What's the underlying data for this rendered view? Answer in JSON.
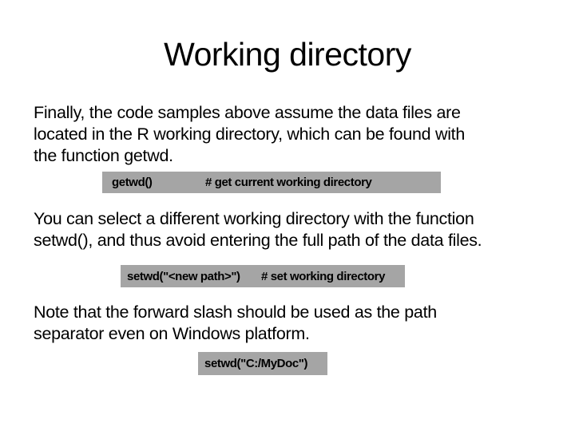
{
  "slide": {
    "title": "Working directory",
    "paragraphs": {
      "p1": {
        "line1": "Finally, the code samples above assume the data files are",
        "line2": "located in the R working directory, which can be found with",
        "line3": "the function getwd."
      },
      "p2": {
        "line1": "You can select a different working directory with the function",
        "line2": "setwd(), and thus avoid entering the full path of the data files."
      },
      "p3": {
        "line1": "Note that the forward slash should be used as the path",
        "line2": "separator even on Windows platform."
      }
    },
    "code_boxes": {
      "getwd": {
        "code": "getwd()",
        "comment": "# get current working directory"
      },
      "setwd": {
        "code": "setwd(\"<new path>\")",
        "comment": "# set working directory"
      },
      "setwd_example": {
        "code": "setwd(\"C:/MyDoc\")"
      }
    },
    "colors": {
      "background": "#ffffff",
      "text": "#000000",
      "code_box_bg": "#a5a5a5"
    }
  }
}
